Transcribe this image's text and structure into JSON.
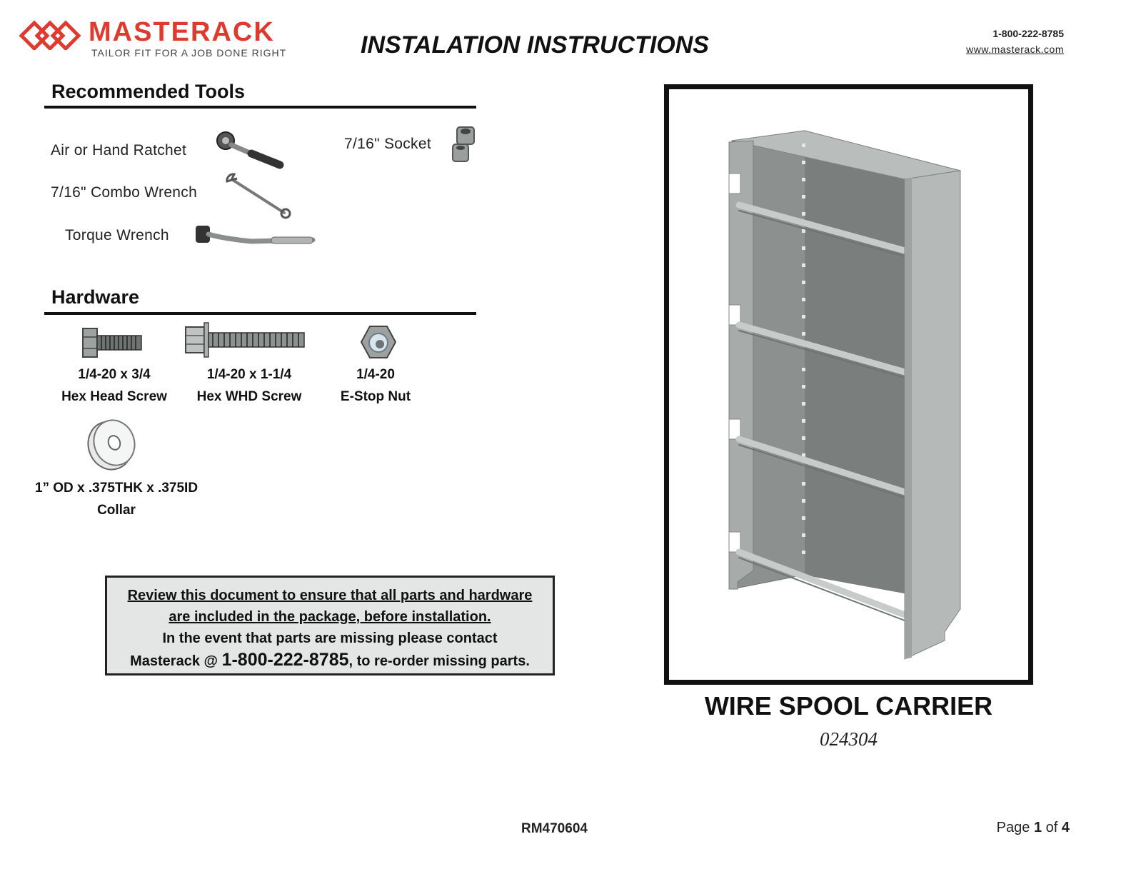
{
  "header": {
    "brand": "MASTERACK",
    "tagline": "TAILOR FIT FOR A JOB DONE RIGHT",
    "title": "INSTALATION INSTRUCTIONS",
    "phone": "1-800-222-8785",
    "website": "www.masterack.com"
  },
  "tools": {
    "heading": "Recommended Tools",
    "items": [
      {
        "label": "Air or Hand Ratchet",
        "icon": "ratchet-icon"
      },
      {
        "label": "7/16\" Combo Wrench",
        "icon": "combo-wrench-icon"
      },
      {
        "label": "Torque Wrench",
        "icon": "torque-wrench-icon"
      },
      {
        "label": "7/16\" Socket",
        "icon": "socket-icon"
      }
    ]
  },
  "hardware": {
    "heading": "Hardware",
    "items": [
      {
        "line1": "1/4-20 x 3/4",
        "line2": "Hex Head Screw",
        "icon": "hex-head-screw-icon"
      },
      {
        "line1": "1/4-20 x 1-1/4",
        "line2": "Hex WHD Screw",
        "icon": "hex-whd-screw-icon"
      },
      {
        "line1": "1/4-20",
        "line2": "E-Stop Nut",
        "icon": "e-stop-nut-icon"
      },
      {
        "line1": "1” OD x .375THK x .375ID",
        "line2": "Collar",
        "icon": "collar-icon"
      }
    ]
  },
  "notice": {
    "line1": "Review this document to ensure that all parts and hardware",
    "line2": "are included in the package, before installation.",
    "line3": "In the event that parts are missing please contact",
    "line4_pre": "Masterack @ ",
    "line4_phone": "1-800-222-8785",
    "line4_post": ", to re-order missing parts."
  },
  "product": {
    "name": "WIRE SPOOL CARRIER",
    "number": "024304",
    "image_icon": "wire-spool-carrier-icon"
  },
  "footer": {
    "doc_code": "RM470604",
    "page_word": "Page",
    "page_current": "1",
    "page_of": "of",
    "page_total": "4"
  },
  "colors": {
    "brand": "#e03a2e",
    "notice_bg": "#e4e6e5",
    "rack_gray": "#a4a9a8"
  }
}
